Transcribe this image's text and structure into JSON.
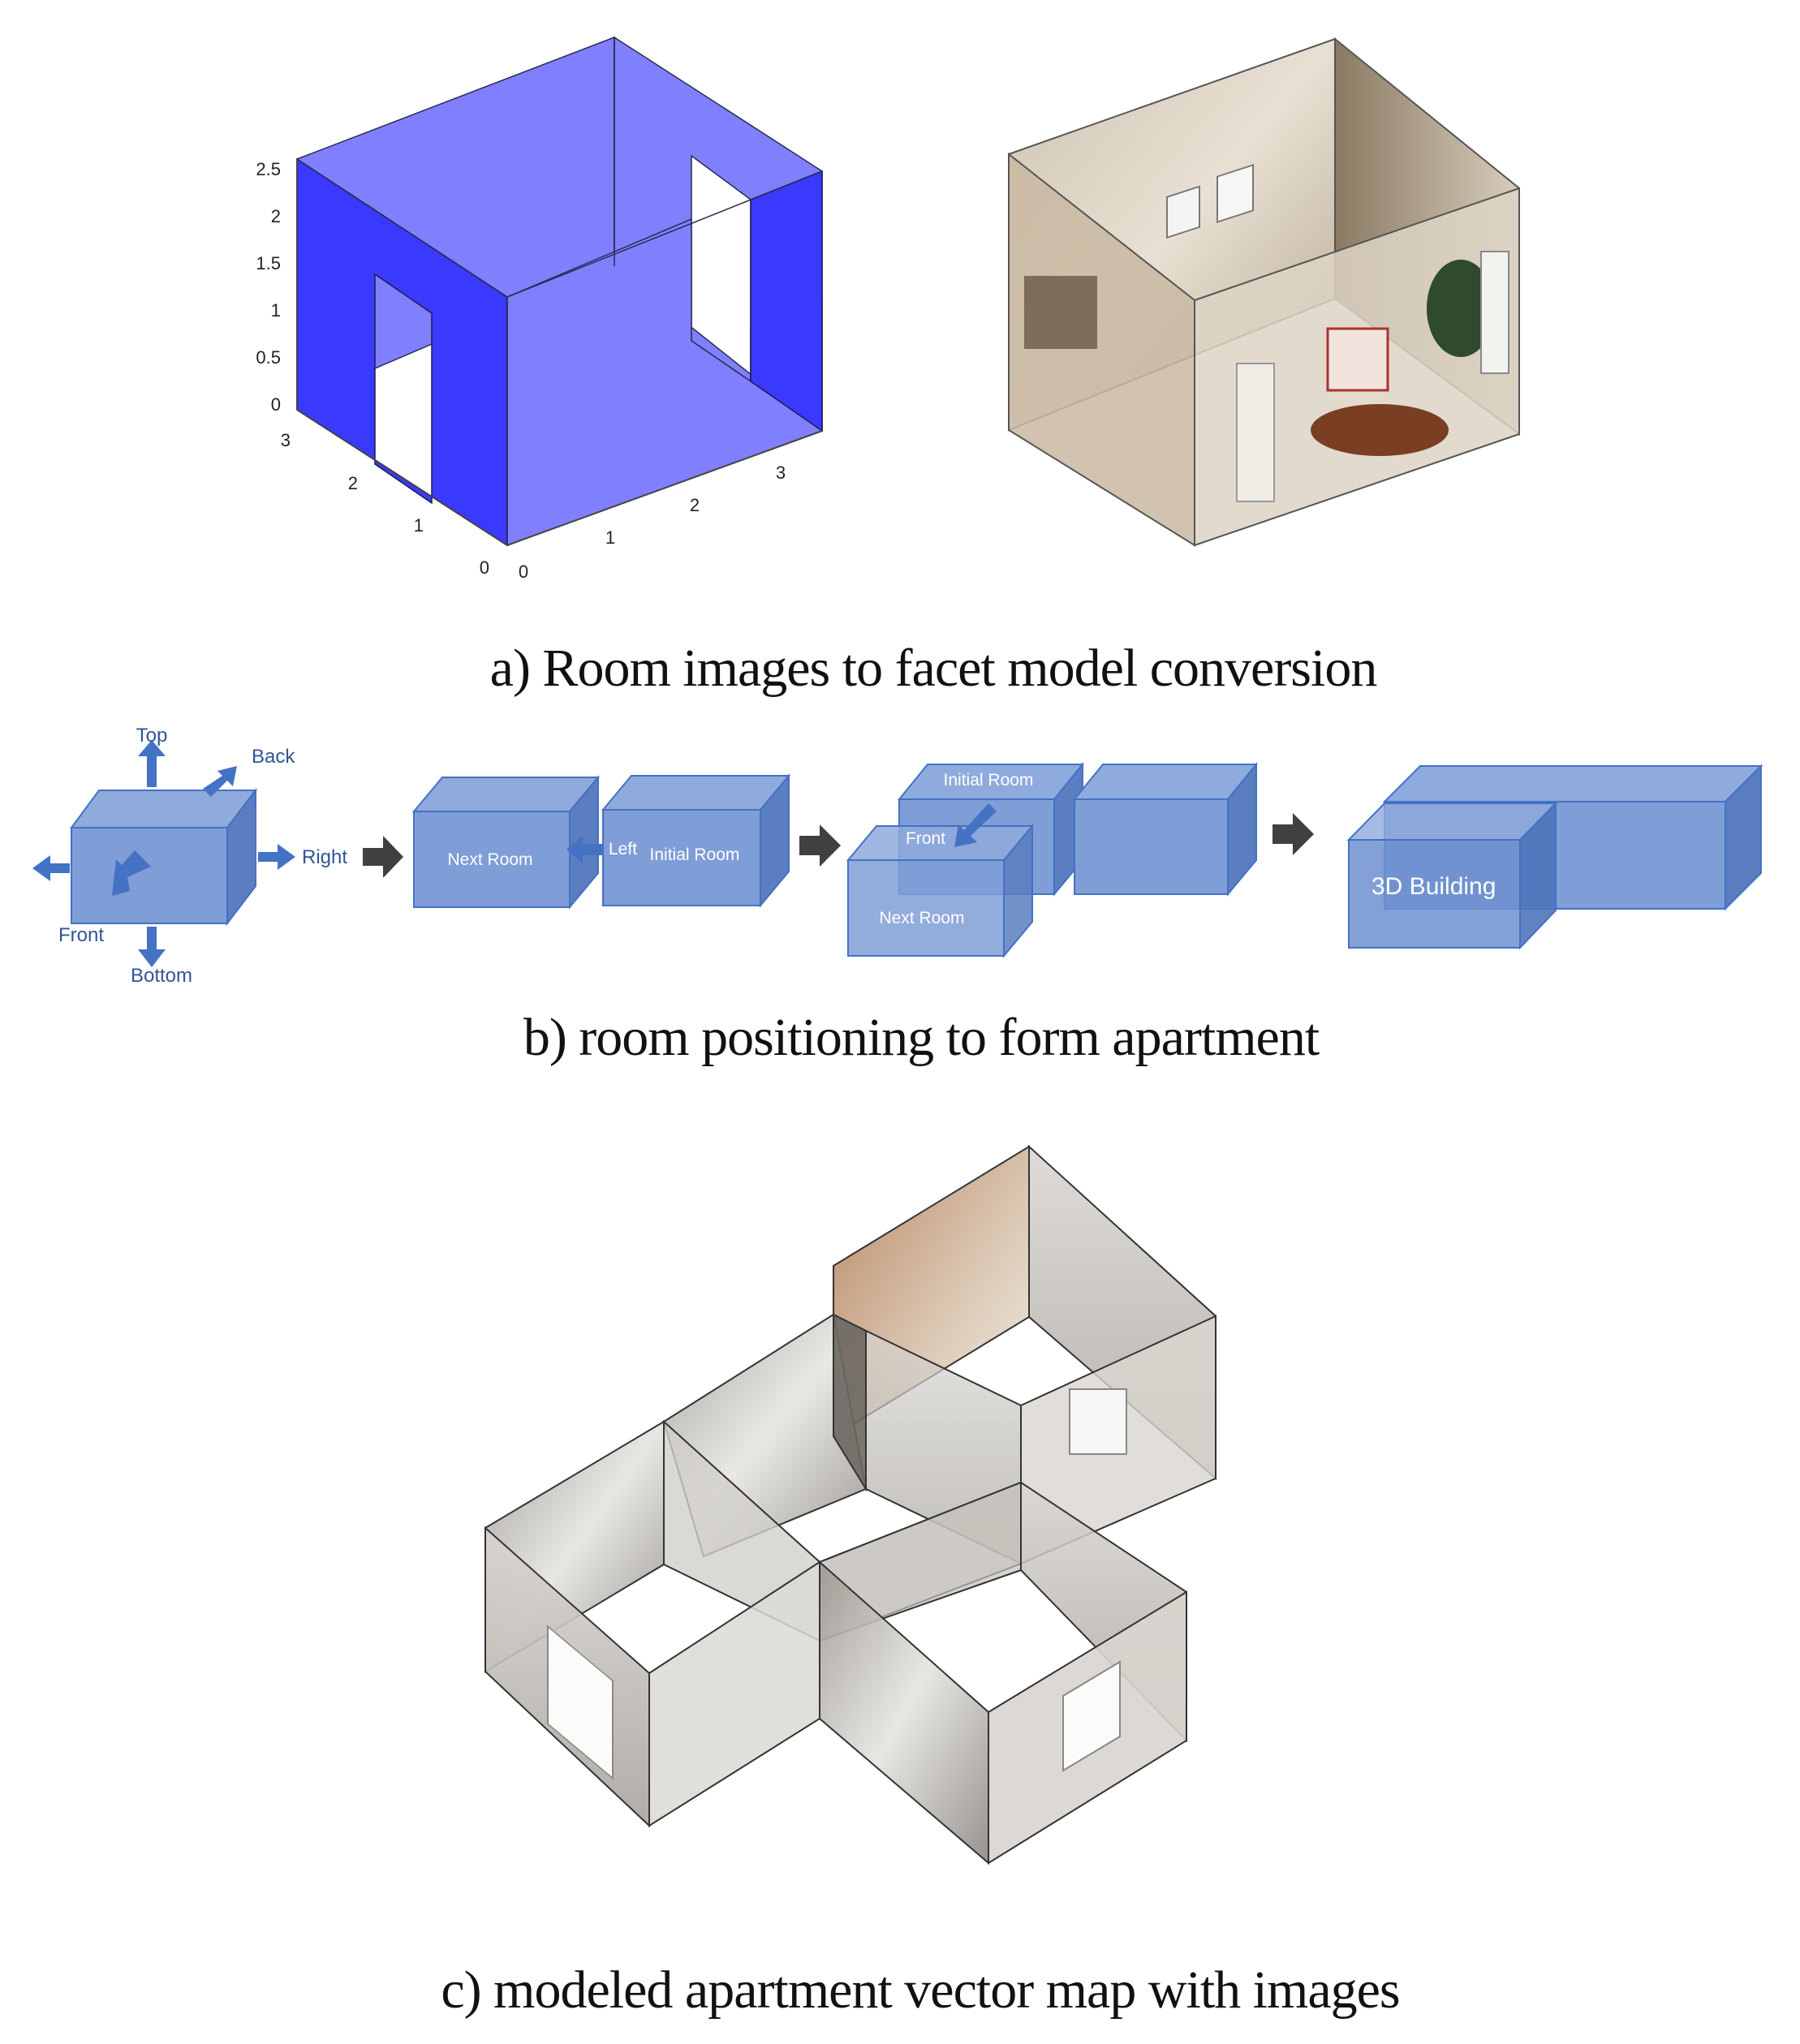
{
  "panel_a": {
    "caption": "a) Room images to facet model conversion",
    "z_ticks": [
      "2.5",
      "2",
      "1.5",
      "1",
      "0.5",
      "0"
    ],
    "y_ticks": [
      "3",
      "2",
      "1",
      "0"
    ],
    "x_ticks": [
      "0",
      "1",
      "2",
      "3"
    ],
    "facet_color": "#0000ff"
  },
  "panel_b": {
    "caption": "b) room positioning to form apartment",
    "directions": {
      "top": "Top",
      "back": "Back",
      "right": "Right",
      "front": "Front",
      "bottom": "Bottom"
    },
    "step1": {
      "next_room": "Next Room",
      "left": "Left",
      "initial_room": "Initial Room"
    },
    "step2": {
      "initial_room": "Initial Room",
      "front": "Front",
      "next_room": "Next Room"
    },
    "step3": {
      "building": "3D Building"
    },
    "box_color": "#4472c4",
    "arrow_color": "#404040"
  },
  "panel_c": {
    "caption": "c) modeled apartment vector map with images"
  }
}
